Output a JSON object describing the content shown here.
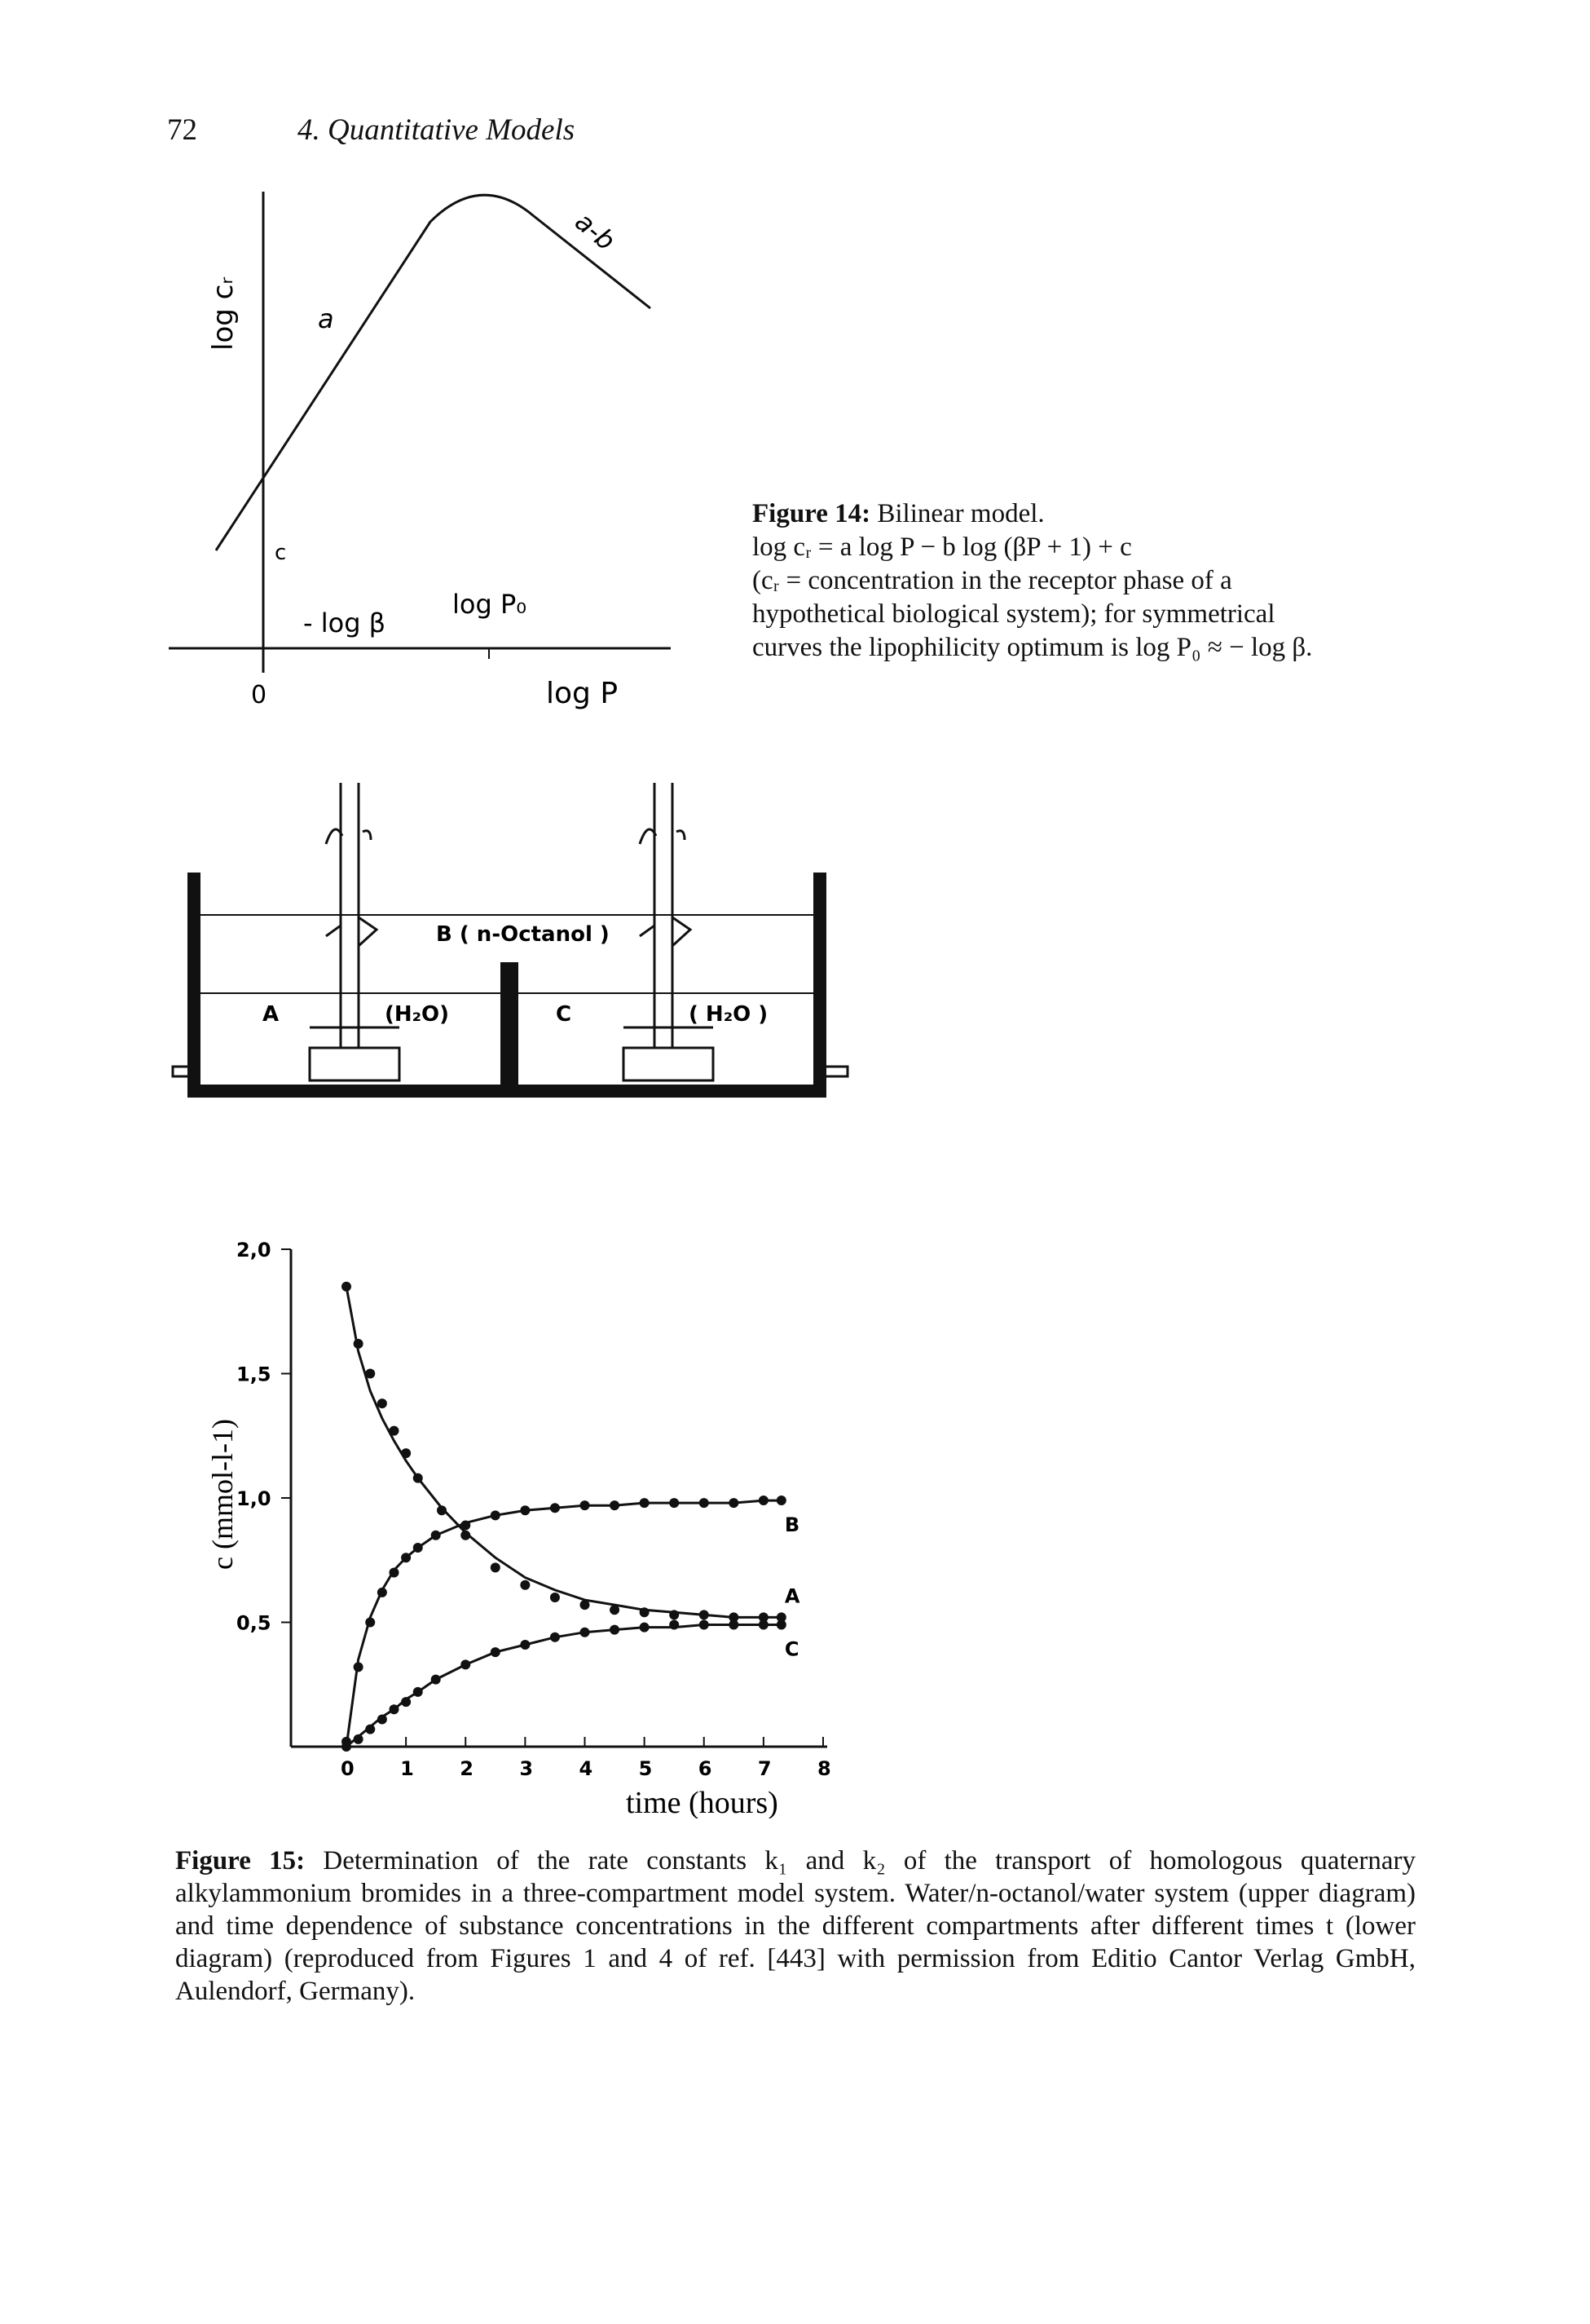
{
  "header": {
    "page_number": "72",
    "chapter_title": "4. Quantitative Models"
  },
  "figure14": {
    "caption_label": "Figure 14:",
    "caption_lines": [
      "Bilinear model.",
      "log cᵣ = a log P − b log (βP + 1) + c",
      "(cᵣ = concentration in the receptor phase of a",
      "hypothetical biological system); for symmetrical",
      "curves the lipophilicity optimum is log P₀ ≈ − log β."
    ],
    "y_axis_label": "log cᵣ",
    "x_axis_label": "log P",
    "origin_label": "0",
    "slope_a_label": "a",
    "slope_ab_label": "a-b",
    "intercept_label": "c",
    "neg_log_beta_label": "- log β",
    "log_p0_label": "log P₀"
  },
  "apparatus": {
    "phase_b_label": "B ( n-Octanol )",
    "compartment_a_label": "A",
    "compartment_c_label": "C",
    "water_left_label": "(H₂O)",
    "water_right_label": "( H₂O )"
  },
  "chart_data": {
    "type": "scatter",
    "xlabel": "time (hours)",
    "ylabel": "c (mmol-l-1)",
    "xlim": [
      0,
      8
    ],
    "ylim": [
      0,
      2.0
    ],
    "x_ticks": [
      "0",
      "1",
      "2",
      "3",
      "4",
      "5",
      "6",
      "7",
      "8"
    ],
    "y_ticks": [
      {
        "value": 2.0,
        "label": "2,0"
      },
      {
        "value": 1.5,
        "label": "1,5"
      },
      {
        "value": 1.0,
        "label": "1,0"
      },
      {
        "value": 0.5,
        "label": "0,5"
      }
    ],
    "series": [
      {
        "name": "A",
        "x": [
          0.0,
          0.2,
          0.4,
          0.6,
          0.8,
          1.0,
          1.2,
          1.6,
          2.0,
          2.5,
          3.0,
          3.5,
          4.0,
          4.5,
          5.0,
          5.5,
          6.0,
          6.5,
          7.0,
          7.3
        ],
        "y": [
          1.85,
          1.62,
          1.5,
          1.38,
          1.27,
          1.18,
          1.08,
          0.95,
          0.85,
          0.72,
          0.65,
          0.6,
          0.57,
          0.55,
          0.54,
          0.53,
          0.53,
          0.52,
          0.52,
          0.52
        ],
        "fit_y": [
          1.85,
          1.59,
          1.43,
          1.32,
          1.23,
          1.15,
          1.08,
          0.96,
          0.86,
          0.76,
          0.68,
          0.63,
          0.59,
          0.57,
          0.55,
          0.54,
          0.53,
          0.52,
          0.52,
          0.52
        ]
      },
      {
        "name": "B",
        "x": [
          0.0,
          0.2,
          0.4,
          0.6,
          0.8,
          1.0,
          1.2,
          1.5,
          2.0,
          2.5,
          3.0,
          3.5,
          4.0,
          4.5,
          5.0,
          5.5,
          6.0,
          6.5,
          7.0,
          7.3
        ],
        "y": [
          0.02,
          0.32,
          0.5,
          0.62,
          0.7,
          0.76,
          0.8,
          0.85,
          0.89,
          0.93,
          0.95,
          0.96,
          0.97,
          0.97,
          0.98,
          0.98,
          0.98,
          0.98,
          0.99,
          0.99
        ],
        "fit_y": [
          0.0,
          0.35,
          0.52,
          0.63,
          0.71,
          0.76,
          0.8,
          0.85,
          0.9,
          0.93,
          0.95,
          0.96,
          0.97,
          0.97,
          0.98,
          0.98,
          0.98,
          0.98,
          0.99,
          0.99
        ]
      },
      {
        "name": "C",
        "x": [
          0.0,
          0.2,
          0.4,
          0.6,
          0.8,
          1.0,
          1.2,
          1.5,
          2.0,
          2.5,
          3.0,
          3.5,
          4.0,
          4.5,
          5.0,
          5.5,
          6.0,
          6.5,
          7.0,
          7.3
        ],
        "y": [
          0.0,
          0.03,
          0.07,
          0.11,
          0.15,
          0.18,
          0.22,
          0.27,
          0.33,
          0.38,
          0.41,
          0.44,
          0.46,
          0.47,
          0.48,
          0.49,
          0.49,
          0.49,
          0.49,
          0.49
        ],
        "fit_y": [
          0.0,
          0.04,
          0.08,
          0.12,
          0.15,
          0.19,
          0.22,
          0.27,
          0.33,
          0.38,
          0.41,
          0.44,
          0.46,
          0.47,
          0.48,
          0.48,
          0.49,
          0.49,
          0.49,
          0.49
        ]
      }
    ]
  },
  "figure15": {
    "caption_label": "Figure 15:",
    "caption_text": "Determination of the rate constants k₁ and k₂ of the transport of homologous quaternary alkylammonium bromides in a three-compartment model system. Water/n-octanol/water system (upper diagram) and time dependence of substance concentrations in the different compartments after different times t (lower diagram) (reproduced from Figures 1 and 4 of ref. [443] with permission from Editio Cantor Verlag GmbH, Aulendorf, Germany)."
  }
}
